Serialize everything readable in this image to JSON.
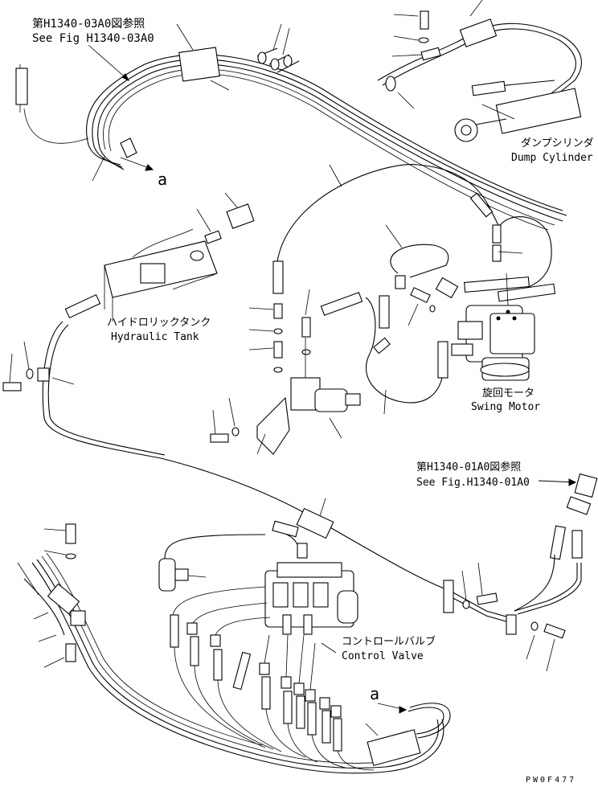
{
  "labels": {
    "ref_h1340_03a0_jp": "第H1340-03A0図参照",
    "ref_h1340_03a0_en": "See Fig H1340-03A0",
    "dump_cylinder_jp": "ダンプシリンダ",
    "dump_cylinder_en": "Dump Cylinder",
    "hydraulic_tank_jp": "ハイドロリックタンク",
    "hydraulic_tank_en": "Hydraulic Tank",
    "swing_motor_jp": "旋回モータ",
    "swing_motor_en": "Swing Motor",
    "ref_h1340_01a0_jp": "第H1340-01A0図参照",
    "ref_h1340_01a0_en": "See Fig.H1340-01A0",
    "control_valve_jp": "コントロールバルブ",
    "control_valve_en": "Control Valve",
    "connector_a_top": "a",
    "connector_a_bottom": "a",
    "drawing_number": "PW0F477"
  }
}
